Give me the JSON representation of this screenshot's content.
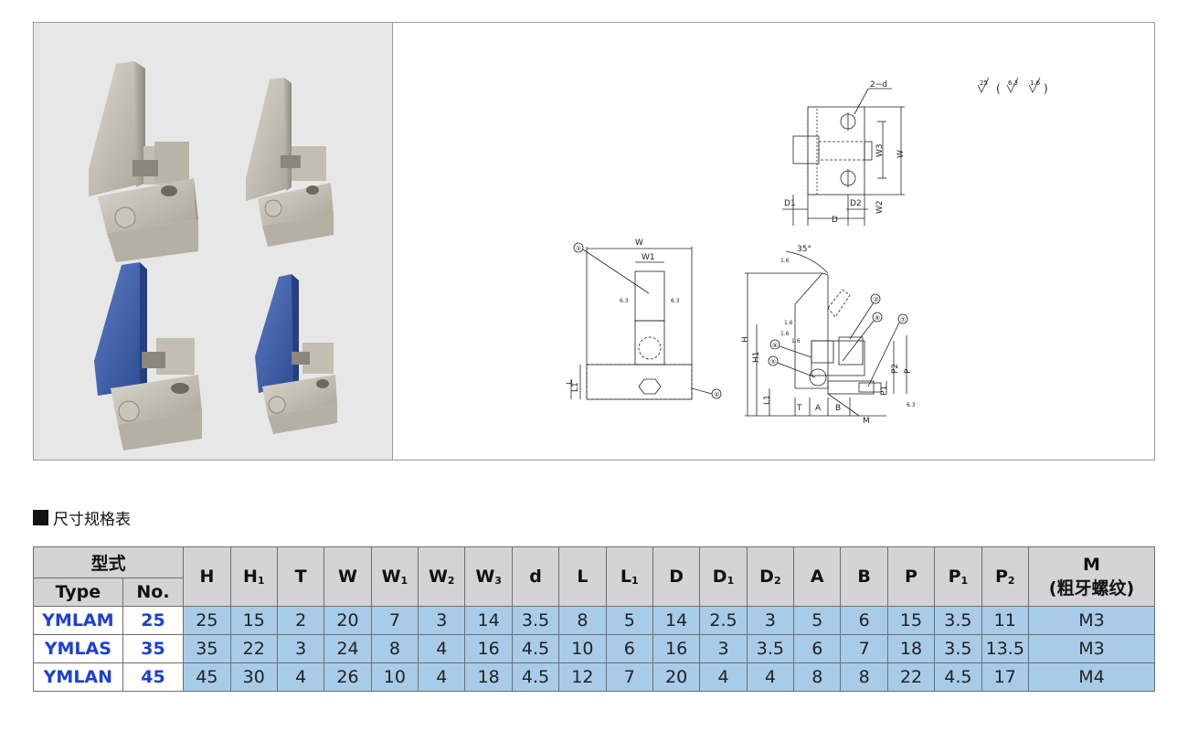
{
  "drawing": {
    "callouts": [
      "①",
      "②",
      "③",
      "④",
      "⑤",
      "⑥",
      "⑦"
    ],
    "dimension_labels": {
      "top_view": [
        "2−d",
        "W3",
        "W",
        "D1",
        "D2",
        "D",
        "W2"
      ],
      "side_view": [
        "W",
        "W1",
        "L",
        "L1"
      ],
      "front_view": [
        "35°",
        "H",
        "H1",
        "L1",
        "T",
        "A",
        "B",
        "P",
        "P2",
        "P1",
        "M"
      ]
    },
    "roughness": {
      "main": "25",
      "alt1": "6.3",
      "alt2": "1.6",
      "side_a": "6.3",
      "side_b": "6.3",
      "front_a": "1.6",
      "front_b": "1.6",
      "front_c": "1.6",
      "front_d": "1.6",
      "front_m": "6.3"
    }
  },
  "section": {
    "title": "尺寸规格表"
  },
  "table": {
    "header_model": "型式",
    "header_type": "Type",
    "header_no": "No.",
    "columns": [
      {
        "main": "H",
        "sub": ""
      },
      {
        "main": "H",
        "sub": "1"
      },
      {
        "main": "T",
        "sub": ""
      },
      {
        "main": "W",
        "sub": ""
      },
      {
        "main": "W",
        "sub": "1"
      },
      {
        "main": "W",
        "sub": "2"
      },
      {
        "main": "W",
        "sub": "3"
      },
      {
        "main": "d",
        "sub": ""
      },
      {
        "main": "L",
        "sub": ""
      },
      {
        "main": "L",
        "sub": "1"
      },
      {
        "main": "D",
        "sub": ""
      },
      {
        "main": "D",
        "sub": "1"
      },
      {
        "main": "D",
        "sub": "2"
      },
      {
        "main": "A",
        "sub": ""
      },
      {
        "main": "B",
        "sub": ""
      },
      {
        "main": "P",
        "sub": ""
      },
      {
        "main": "P",
        "sub": "1"
      },
      {
        "main": "P",
        "sub": "2"
      }
    ],
    "m_header_line1": "M",
    "m_header_line2": "(粗牙螺纹)",
    "rows": [
      {
        "type": "YMLAM",
        "no": "25",
        "values": [
          "25",
          "15",
          "2",
          "20",
          "7",
          "3",
          "14",
          "3.5",
          "8",
          "5",
          "14",
          "2.5",
          "3",
          "5",
          "6",
          "15",
          "3.5",
          "11"
        ],
        "m": "M3"
      },
      {
        "type": "YMLAS",
        "no": "35",
        "values": [
          "35",
          "22",
          "3",
          "24",
          "8",
          "4",
          "16",
          "4.5",
          "10",
          "6",
          "16",
          "3",
          "3.5",
          "6",
          "7",
          "18",
          "3.5",
          "13.5"
        ],
        "m": "M3"
      },
      {
        "type": "YMLAN",
        "no": "45",
        "values": [
          "45",
          "30",
          "4",
          "26",
          "10",
          "4",
          "18",
          "4.5",
          "12",
          "7",
          "20",
          "4",
          "4",
          "8",
          "8",
          "22",
          "4.5",
          "17"
        ],
        "m": "M4"
      }
    ]
  },
  "colors": {
    "header_bg": "#d4d4d4",
    "value_bg": "#a8cbe8",
    "type_text": "#1a3fd6",
    "blue_part": "#3b5eab"
  }
}
